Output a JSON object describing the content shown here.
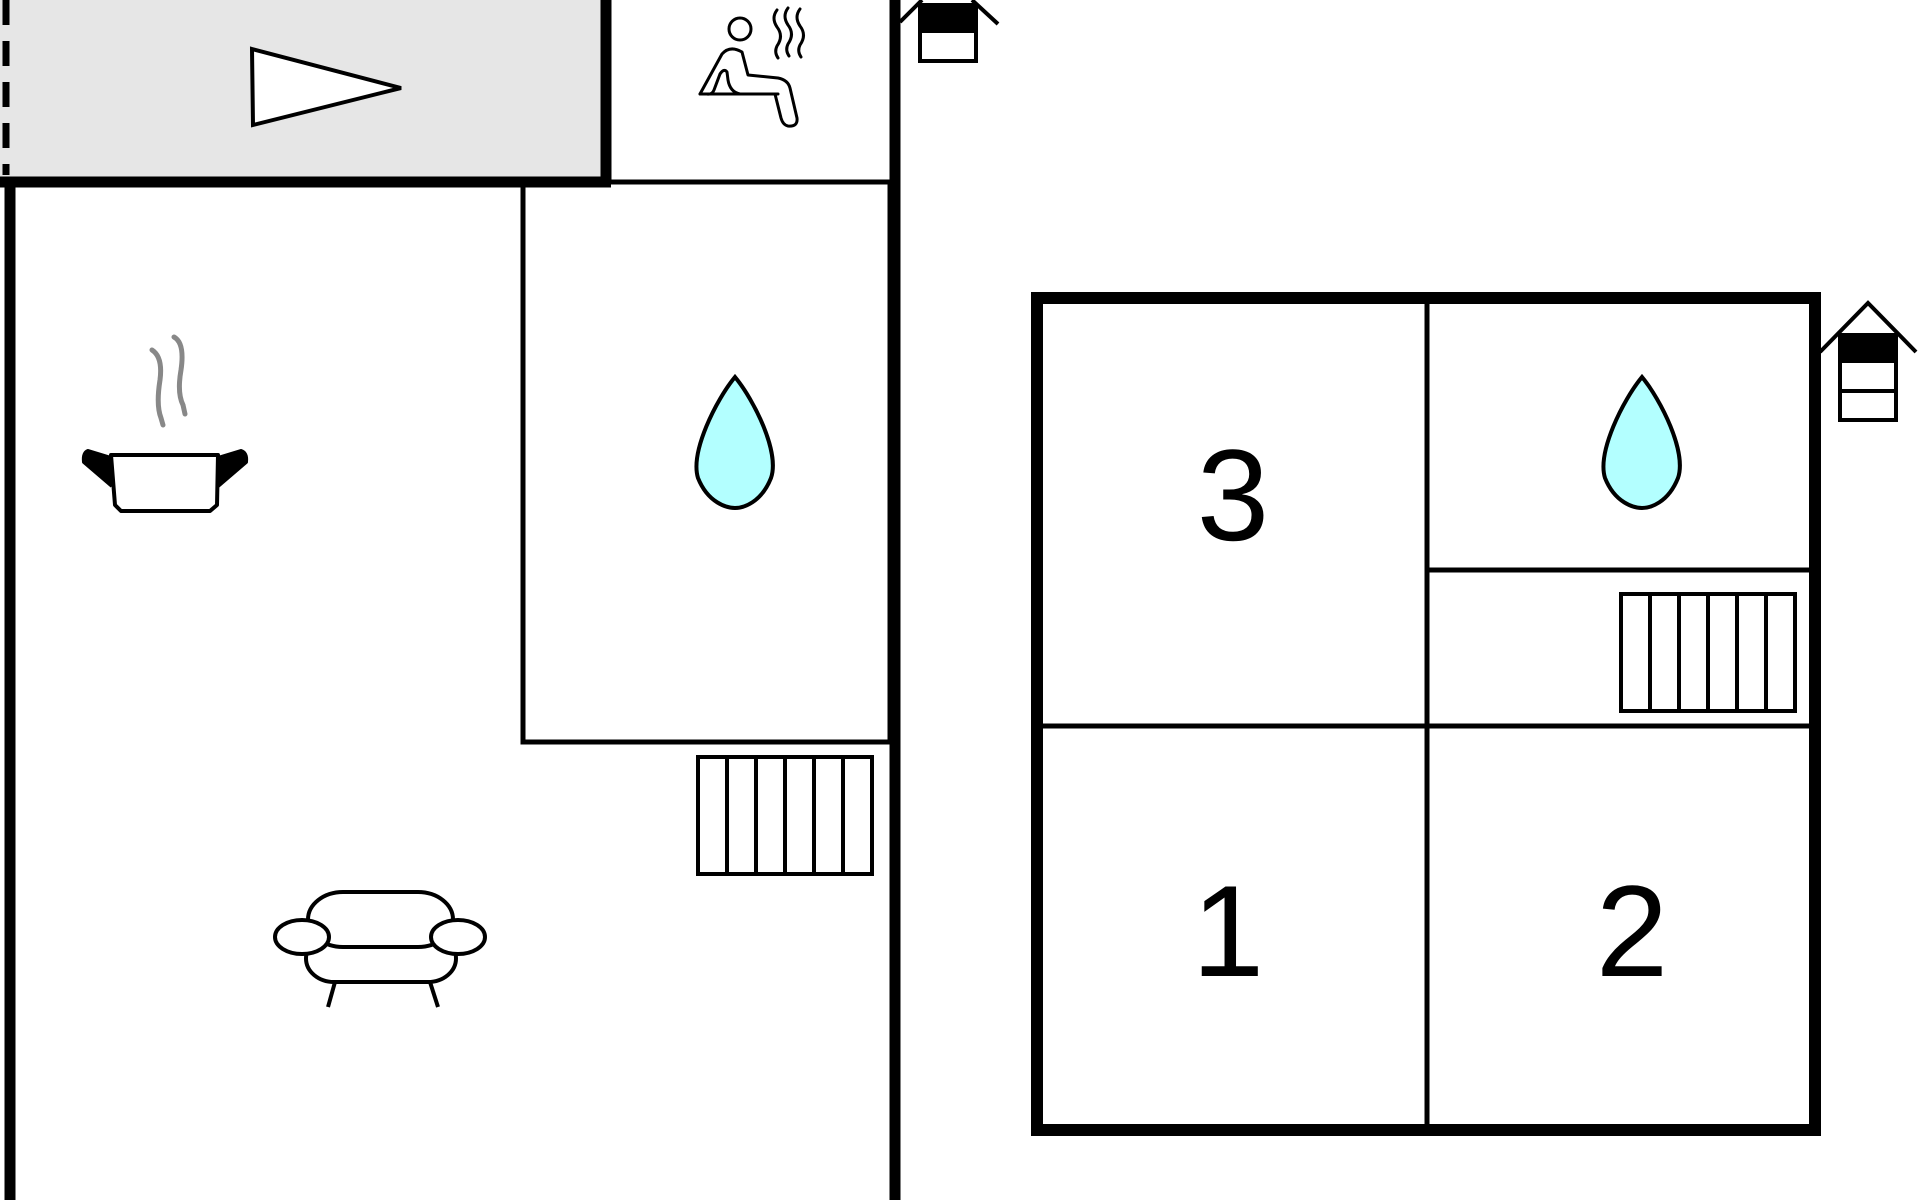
{
  "floor_plan": {
    "rooms": [
      {
        "id": "bedroom-3",
        "number": "3"
      },
      {
        "id": "bedroom-1",
        "number": "1"
      },
      {
        "id": "bedroom-2",
        "number": "2"
      }
    ],
    "icons": {
      "sauna": "sauna-icon",
      "kitchen": "cooking-pot-icon",
      "living": "sofa-icon",
      "bathroom": "water-drop-icon",
      "radiator": "radiator-icon",
      "fireplace": "fireplace-icon",
      "terrace_arrow": "triangle-arrow-icon"
    },
    "colors": {
      "wall": "#000000",
      "terrace_fill": "#e6e6e6",
      "water": "#b3ffff",
      "steam": "#888888",
      "background": "#ffffff"
    }
  }
}
